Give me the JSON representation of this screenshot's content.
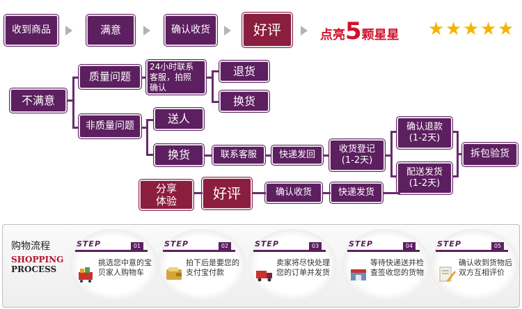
{
  "top_row": {
    "step1": "收到商品",
    "step2": "满意",
    "step3": "确认收货",
    "step4": "好评",
    "light_prefix": "点亮",
    "light_number": "5",
    "light_suffix": "颗星星",
    "star_count": 5
  },
  "flow": {
    "unsatisfied": "不满意",
    "quality_issue": "质量问题",
    "contact_service": [
      "24小时联系",
      "客服，拍照",
      "确认"
    ],
    "return": "退货",
    "exchange": "换货",
    "non_quality": "非质量问题",
    "gift": "送人",
    "exchange2": "换货",
    "contact_cs": "联系客服",
    "express_back": "快递发回",
    "receipt_register": [
      "收货登记",
      "(1-2天)"
    ],
    "confirm_refund": [
      "确认退款",
      "(1-2天)"
    ],
    "redeliver": [
      "配送发货",
      "(1-2天)"
    ],
    "unpack_inspect": "拆包验货",
    "share_experience": [
      "分享",
      "体验"
    ],
    "good_review": "好评",
    "confirm_receipt": "确认收货",
    "express_ship": "快递发货"
  },
  "panel": {
    "title_cn": "购物流程",
    "title_en1": "SHOPPING",
    "title_en2": "PROCESS",
    "steps": [
      {
        "label": "STEP",
        "num": "01",
        "text": "挑选您中意的宝贝家人购物车",
        "icon": "cart-icon"
      },
      {
        "label": "STEP",
        "num": "02",
        "text": "拍下后是要您的支付宝付款",
        "icon": "wallet-icon"
      },
      {
        "label": "STEP",
        "num": "03",
        "text": "卖家将尽快处理您的订单并发货",
        "icon": "truck-icon"
      },
      {
        "label": "STEP",
        "num": "04",
        "text": "等待快递送并检查签收您的货物",
        "icon": "store-icon"
      },
      {
        "label": "STEP",
        "num": "05",
        "text": "确认收到货物后双方互相评价",
        "icon": "review-icon"
      }
    ]
  },
  "colors": {
    "box": "#5c1f5f",
    "accent_red": "#8b1e3f",
    "star": "#f5b400",
    "number_red": "#d0112b"
  }
}
